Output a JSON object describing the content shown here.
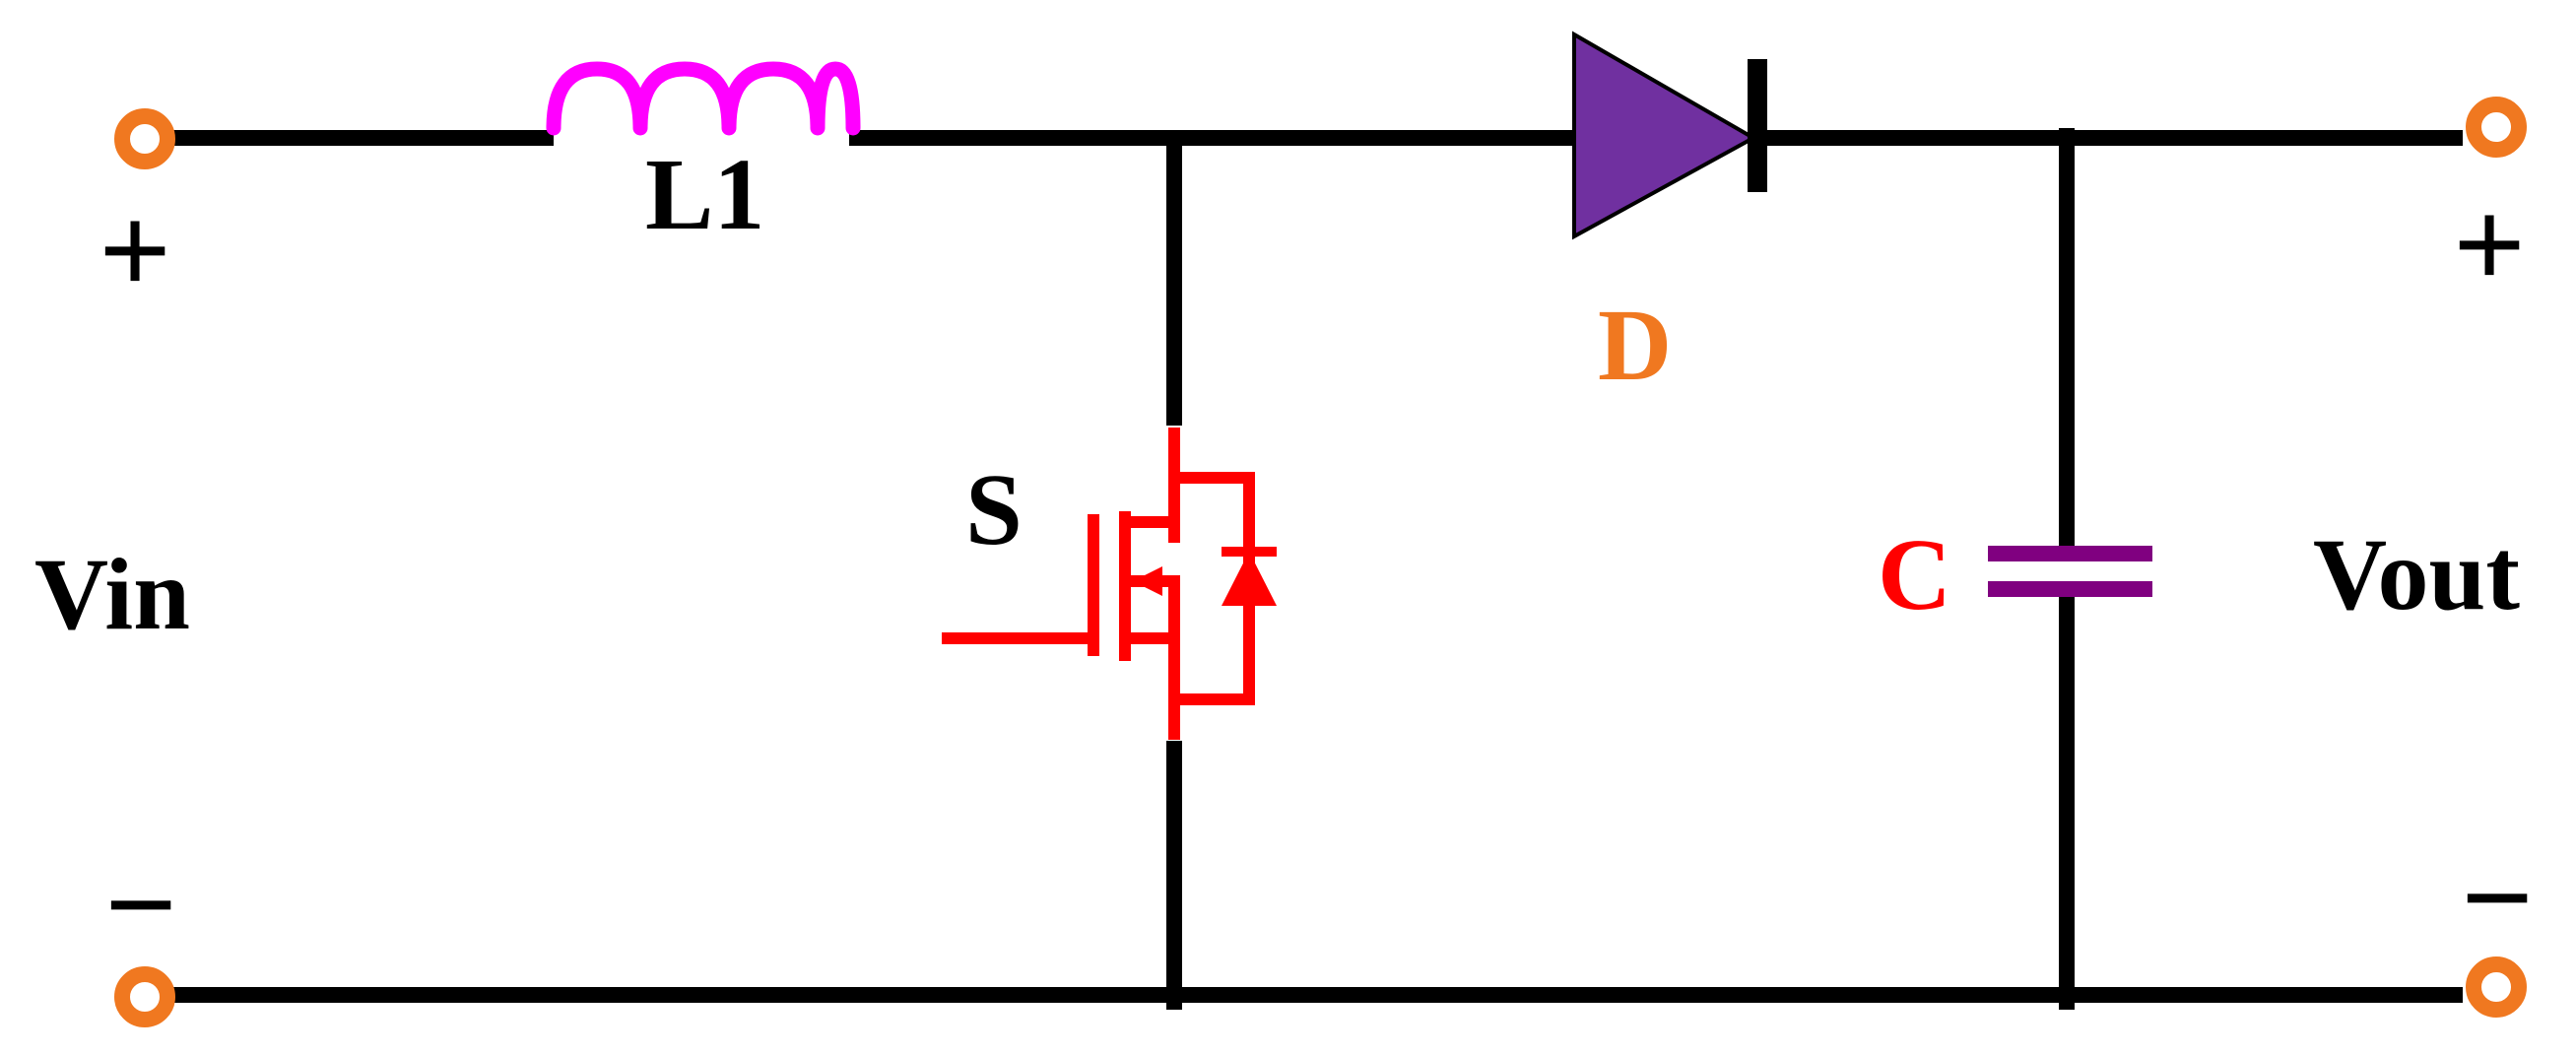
{
  "labels": {
    "inductor": "L1",
    "diode": "D",
    "switch": "S",
    "capacitor": "C",
    "input": "Vin",
    "output": "Vout",
    "in_plus": "+",
    "in_minus": "−",
    "out_plus": "+",
    "out_minus": "−"
  },
  "colors": {
    "wire": "#000000",
    "terminal": "#f07820",
    "inductor": "#ff00ff",
    "diode": "#7030a0",
    "switch": "#ff0000",
    "capacitor": "#800080",
    "label_text": "#000000",
    "diode_label": "#f07820",
    "switch_label": "#000000",
    "capacitor_label": "#ff0000"
  }
}
